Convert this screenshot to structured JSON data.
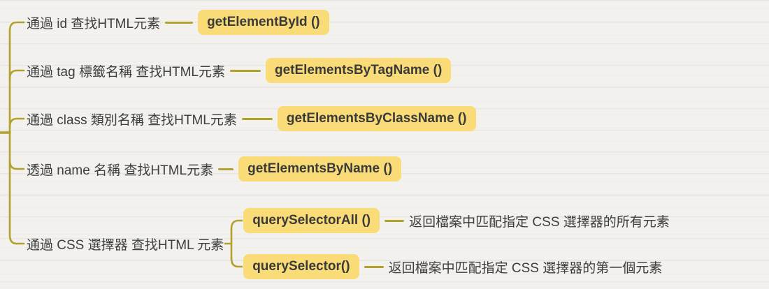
{
  "palette": {
    "background": "#f2f1ee",
    "connector_line": "#b2a12d",
    "highlight_fill": "#f9dc77",
    "text": "#3d3d3d"
  },
  "mindmap": {
    "rows": [
      {
        "label": "通過 id 查找HTML元素",
        "method": "getElementById ()"
      },
      {
        "label": "通過 tag 標籤名稱 查找HTML元素",
        "method": "getElementsByTagName ()"
      },
      {
        "label": "通過 class 類別名稱 查找HTML元素",
        "method": "getElementsByClassName ()"
      },
      {
        "label": "透過 name 名稱 查找HTML元素",
        "method": "getElementsByName ()"
      },
      {
        "label": "通過 CSS 選擇器 查找HTML 元素",
        "children": [
          {
            "method": "querySelectorAll ()",
            "description": "返回檔案中匹配指定 CSS 選擇器的所有元素"
          },
          {
            "method": "querySelector()",
            "description": "返回檔案中匹配指定 CSS 選擇器的第一個元素"
          }
        ]
      }
    ]
  }
}
